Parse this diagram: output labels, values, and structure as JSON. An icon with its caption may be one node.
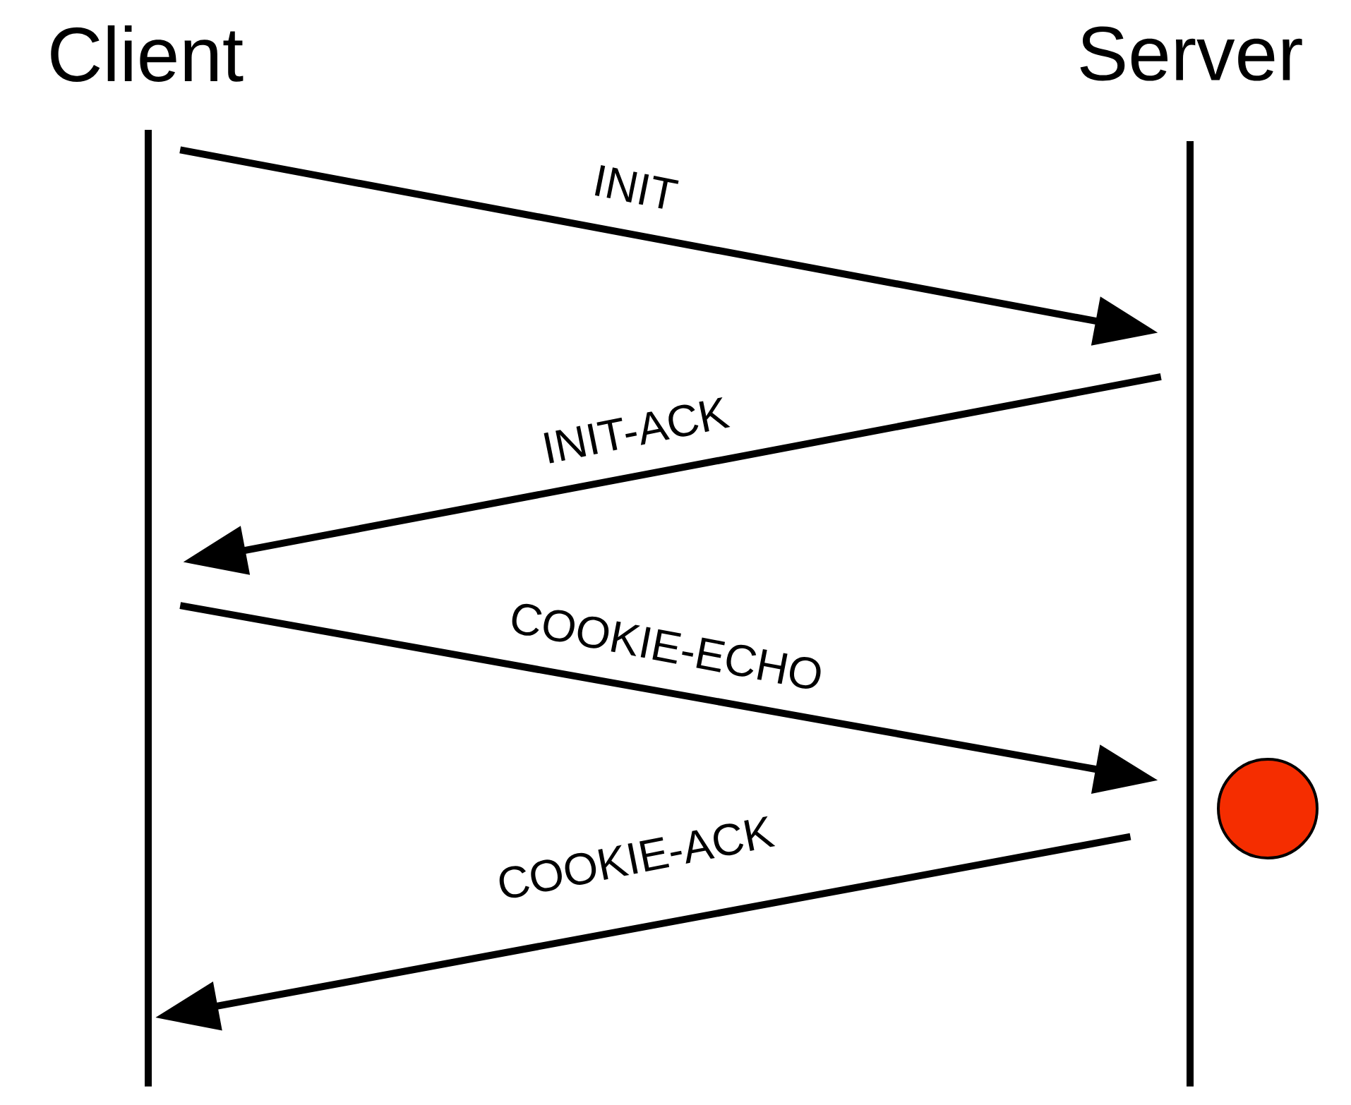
{
  "diagram": {
    "nodes": [
      {
        "text": [
          "Client"
        ]
      },
      {
        "text": [
          "Server"
        ]
      },
      {
        "text": [],
        "shape": "circle"
      }
    ],
    "edges": [
      {
        "from": 0,
        "to": 1,
        "arrow": "to",
        "label": "INIT"
      },
      {
        "from": 1,
        "to": 0,
        "arrow": "to",
        "label": "INIT-ACK"
      },
      {
        "from": 0,
        "to": 1,
        "arrow": "to",
        "label": "COOKIE-ECHO"
      },
      {
        "from": 1,
        "to": 0,
        "arrow": "to",
        "label": "COOKIE-ACK"
      }
    ]
  }
}
